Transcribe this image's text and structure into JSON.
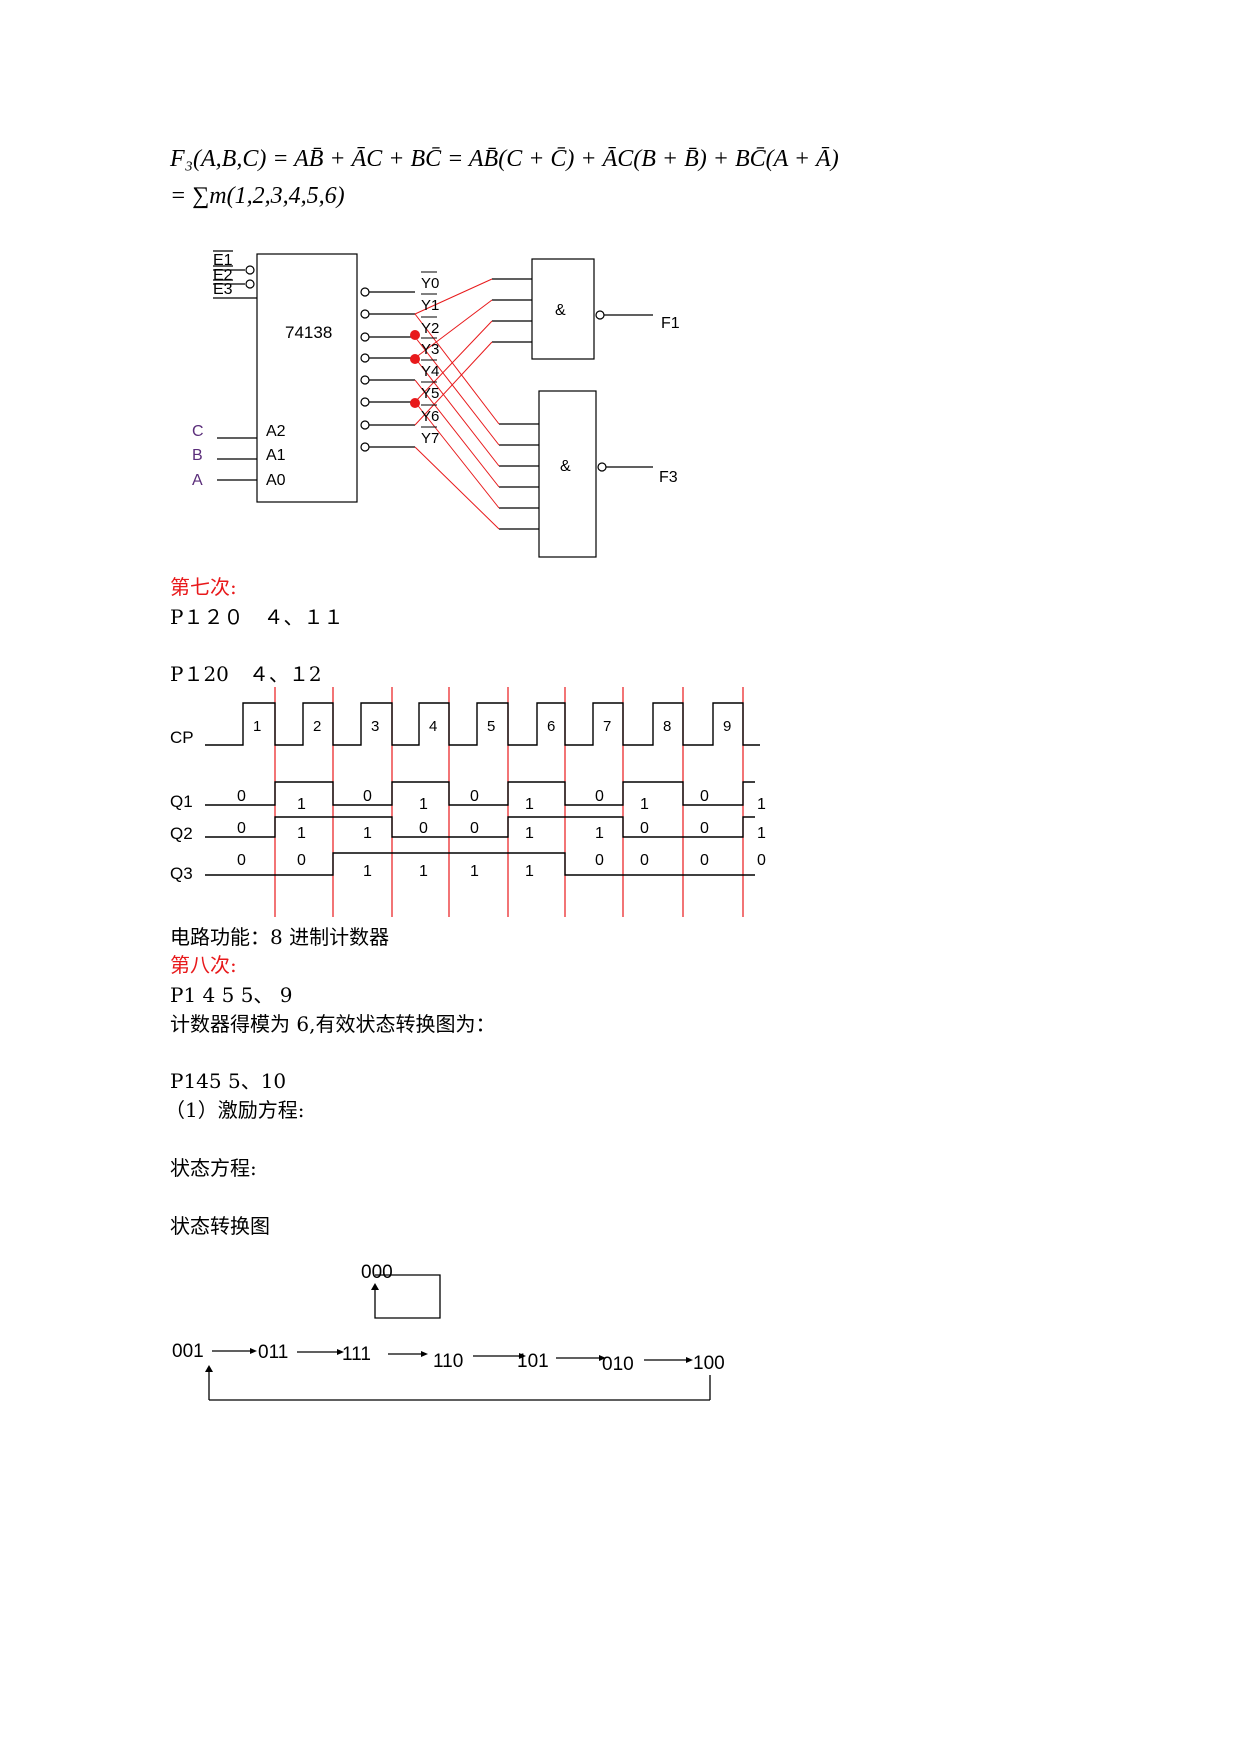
{
  "formula": {
    "line1": "F₃(A,B,C) = AB̄ + ĀC + BC̄ = AB̄(C + C̄) + ĀC(B + B̄) + BC̄(A + Ā)",
    "line2": "= ∑m(1,2,3,4,5,6)"
  },
  "decoder": {
    "chip_label": "74138",
    "enable_inputs": [
      "E1",
      "E2",
      "E3"
    ],
    "address_pins": [
      "A2",
      "A1",
      "A0"
    ],
    "input_vars": [
      "C",
      "B",
      "A"
    ],
    "outputs": [
      "Y0",
      "Y1",
      "Y2",
      "Y3",
      "Y4",
      "Y5",
      "Y6",
      "Y7"
    ],
    "gate_symbol": "&",
    "gate_outputs": [
      "F1",
      "F3"
    ],
    "highlighted_outputs": [
      "Y2",
      "Y3",
      "Y5"
    ]
  },
  "section7": {
    "heading": "第七次:",
    "item1": "P１２０　４、１１",
    "item2": "P１20　４、１2"
  },
  "timing": {
    "signals": [
      "CP",
      "Q1",
      "Q2",
      "Q3"
    ],
    "pulses": [
      "1",
      "2",
      "3",
      "4",
      "5",
      "6",
      "7",
      "8",
      "9"
    ],
    "q1_levels": [
      "0",
      "1",
      "0",
      "1",
      "0",
      "1",
      "0",
      "1",
      "0",
      "1"
    ],
    "q2_levels": [
      "0",
      "1",
      "1",
      "0",
      "0",
      "1",
      "1",
      "0",
      "0",
      "1"
    ],
    "q3_levels": [
      "0",
      "0",
      "1",
      "1",
      "1",
      "1",
      "0",
      "0",
      "0",
      "0"
    ]
  },
  "function_line": "电路功能：8 进制计数器",
  "section8": {
    "heading": "第八次:",
    "item1": "P1 4 5 5、 9",
    "line1": "计数器得模为 6,有效状态转换图为：",
    "item2": "P145 5、10",
    "sub1": "（1）激励方程:",
    "sub2": "状态方程:",
    "sub3": "状态转换图"
  },
  "state_diagram": {
    "self_loop_state": "000",
    "sequence": [
      "001",
      "011",
      "111",
      "110",
      "101",
      "010",
      "100"
    ]
  }
}
